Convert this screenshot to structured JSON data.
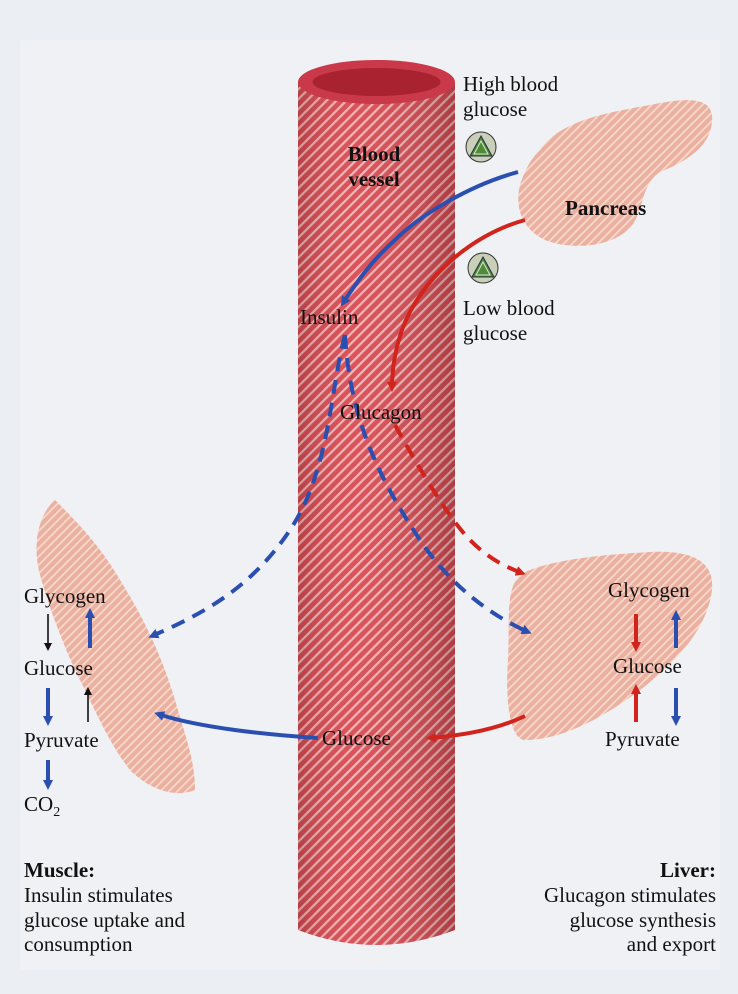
{
  "labels": {
    "blood_vessel": [
      "Blood",
      "vessel"
    ],
    "high_glucose": [
      "High blood",
      "glucose"
    ],
    "low_glucose": [
      "Low blood",
      "glucose"
    ],
    "pancreas": "Pancreas",
    "insulin": "Insulin",
    "glucagon": "Glucagon",
    "glucose_vessel": "Glucose",
    "muscle": {
      "glycogen": "Glycogen",
      "glucose": "Glucose",
      "pyruvate": "Pyruvate",
      "co2": "CO",
      "co2_sub": "2",
      "title": "Muscle:",
      "desc": [
        "Insulin stimulates",
        "glucose uptake and",
        "consumption"
      ]
    },
    "liver": {
      "glycogen": "Glycogen",
      "glucose": "Glucose",
      "pyruvate": "Pyruvate",
      "title": "Liver:",
      "desc": [
        "Glucagon stimulates",
        "glucose synthesis",
        "and export"
      ]
    }
  },
  "colors": {
    "insulin_path": "#2a4fb0",
    "glucagon_path": "#d0241c",
    "vessel": "#d9545a",
    "tissue": "#eab3a5"
  }
}
